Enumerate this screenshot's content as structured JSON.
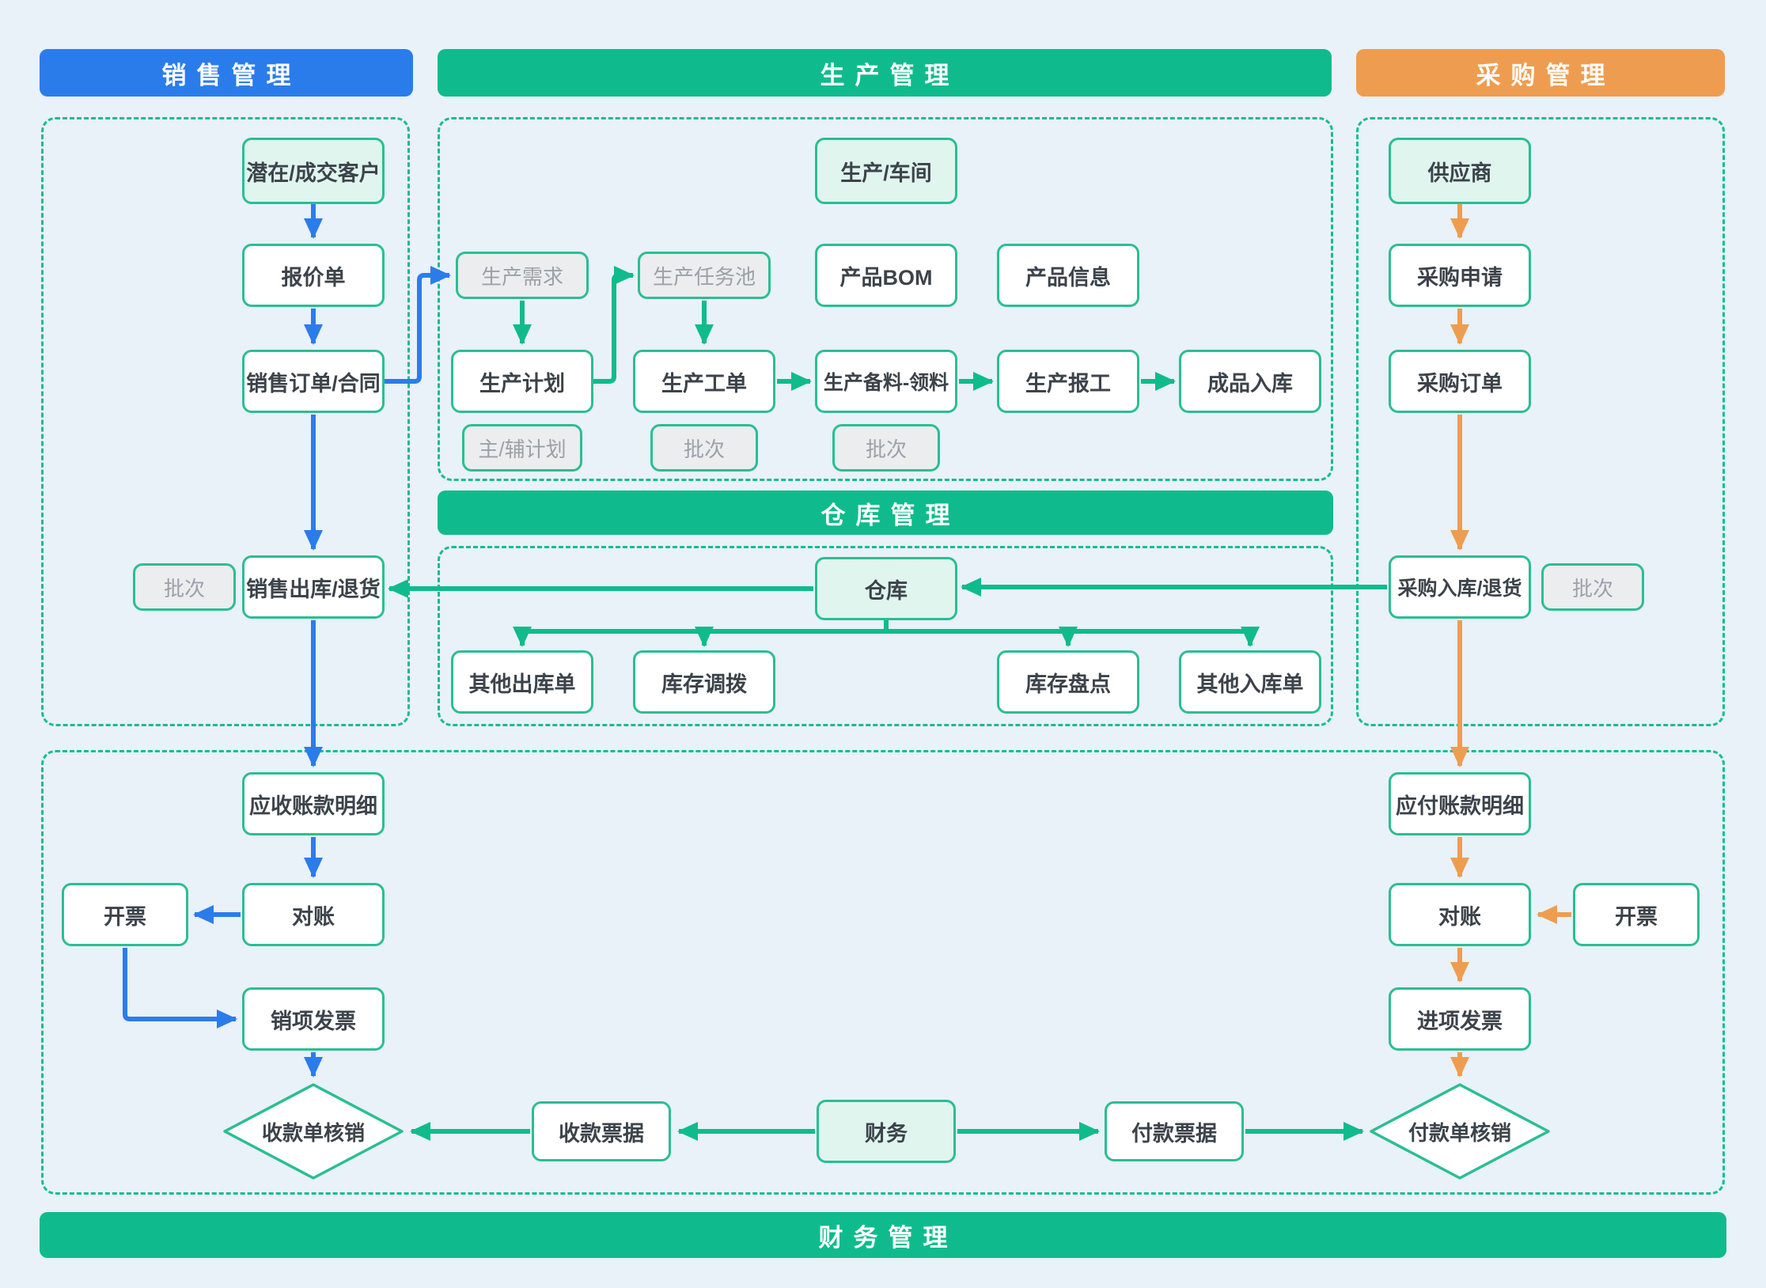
{
  "palette": {
    "sales_blue": "#2B7CEB",
    "flow_green": "#0FBB8C",
    "purchase_orange": "#EE9D50",
    "box_border_green": "#2BBE92",
    "light_box_fill": "#DFF5EE",
    "tag_fill": "#EBEDEF",
    "tag_text": "#9BA1A8",
    "canvas_bg": "#E9F1F9",
    "label_text": "#3C434A"
  },
  "headers": {
    "sales": "销售管理",
    "production": "生产管理",
    "purchase": "采购管理",
    "warehouse": "仓库管理",
    "finance": "财务管理"
  },
  "nodes": {
    "customer": {
      "label": "潜在/成交客户"
    },
    "quotation": {
      "label": "报价单"
    },
    "sales_order": {
      "label": "销售订单/合同"
    },
    "sales_batch": {
      "label": "批次"
    },
    "sales_outbound": {
      "label": "销售出库/退货"
    },
    "ar_detail": {
      "label": "应收账款明细"
    },
    "ar_reconciliation": {
      "label": "对账"
    },
    "ar_invoicing": {
      "label": "开票"
    },
    "sales_invoice": {
      "label": "销项发票"
    },
    "receipt_writeoff": {
      "label": "收款单核销"
    },
    "workshop": {
      "label": "生产/车间"
    },
    "prod_demand": {
      "label": "生产需求"
    },
    "prod_task_pool": {
      "label": "生产任务池"
    },
    "product_bom": {
      "label": "产品BOM"
    },
    "product_info": {
      "label": "产品信息"
    },
    "prod_plan": {
      "label": "生产计划"
    },
    "prod_work_order": {
      "label": "生产工单"
    },
    "prod_picking": {
      "label": "生产备料-领料"
    },
    "prod_report": {
      "label": "生产报工"
    },
    "finished_inbound": {
      "label": "成品入库"
    },
    "main_aux_plan": {
      "label": "主/辅计划"
    },
    "wo_batch": {
      "label": "批次"
    },
    "picking_batch": {
      "label": "批次"
    },
    "warehouse": {
      "label": "仓库"
    },
    "other_outbound": {
      "label": "其他出库单"
    },
    "inventory_transfer": {
      "label": "库存调拨"
    },
    "inventory_count": {
      "label": "库存盘点"
    },
    "other_inbound": {
      "label": "其他入库单"
    },
    "supplier": {
      "label": "供应商"
    },
    "purchase_request": {
      "label": "采购申请"
    },
    "purchase_order": {
      "label": "采购订单"
    },
    "purchase_inbound": {
      "label": "采购入库/退货"
    },
    "purchase_batch": {
      "label": "批次"
    },
    "ap_detail": {
      "label": "应付账款明细"
    },
    "ap_reconciliation": {
      "label": "对账"
    },
    "ap_invoicing": {
      "label": "开票"
    },
    "purchase_invoice": {
      "label": "进项发票"
    },
    "payment_writeoff": {
      "label": "付款单核销"
    },
    "receipt_note": {
      "label": "收款票据"
    },
    "finance": {
      "label": "财务"
    },
    "payment_note": {
      "label": "付款票据"
    }
  }
}
